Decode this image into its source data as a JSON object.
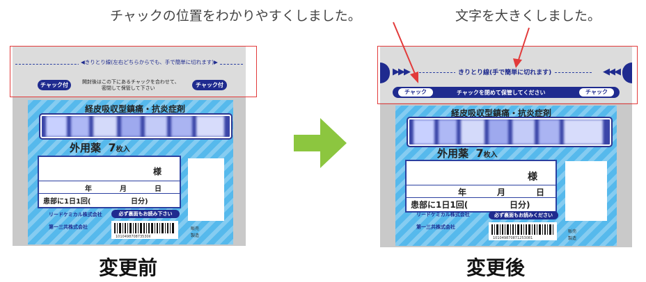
{
  "captions": {
    "chuck_position": "チャックの位置をわかりやすくしました。",
    "bigger_text": "文字を大きくしました。"
  },
  "before": {
    "label": "変更前",
    "cut_line_text": "◀きりとり線(左右どちらからでも、手で簡単に切れます)▶",
    "left_tab": "チャック付",
    "right_tab": "チャック付",
    "note_line1": "開封後はこの下にあるチャックを合わせて、",
    "note_line2": "密閉して保管して下さい",
    "category": "経皮吸収型鎮痛・抗炎症剤",
    "type": "外用薬",
    "count_num": "7",
    "count_unit": "枚入",
    "form_sama": "様",
    "form_date": [
      "年",
      "月",
      "日"
    ],
    "form_usage": "患部に1日1回(",
    "form_usage_end": "日分)",
    "read_back": "必ず裏面もお読み下さい",
    "maker": "リードケミカル株式会社",
    "distributor": "第一三共株式会社",
    "barcode_num": "101049870873530ll",
    "right_small": [
      "販売",
      "製造"
    ]
  },
  "after": {
    "label": "変更後",
    "cut_line_text": "きりとり線(手で簡単に切れます)",
    "left_tab": "チャック",
    "right_tab": "チャック",
    "note": "チャックを閉めて保管してください",
    "category": "経皮吸収型鎮痛・抗炎症剤",
    "type": "外用薬",
    "count_num": "7",
    "count_unit": "枚入",
    "form_sama": "様",
    "form_date": [
      "年",
      "月",
      "日"
    ],
    "form_usage": "患部に1日1回(",
    "form_usage_end": "日分)",
    "read_back": "必ず裏面もお読みください",
    "maker": "リードケミカル株式会社",
    "distributor": "第一三共株式会社",
    "barcode_num": "101049870871253081",
    "right_small": [
      "販売",
      "製造"
    ]
  },
  "colors": {
    "highlight": "#e23a3a",
    "navy": "#1f2b8f",
    "panel_blue": "#56b9ec",
    "arrow_green": "#8cc63f"
  }
}
